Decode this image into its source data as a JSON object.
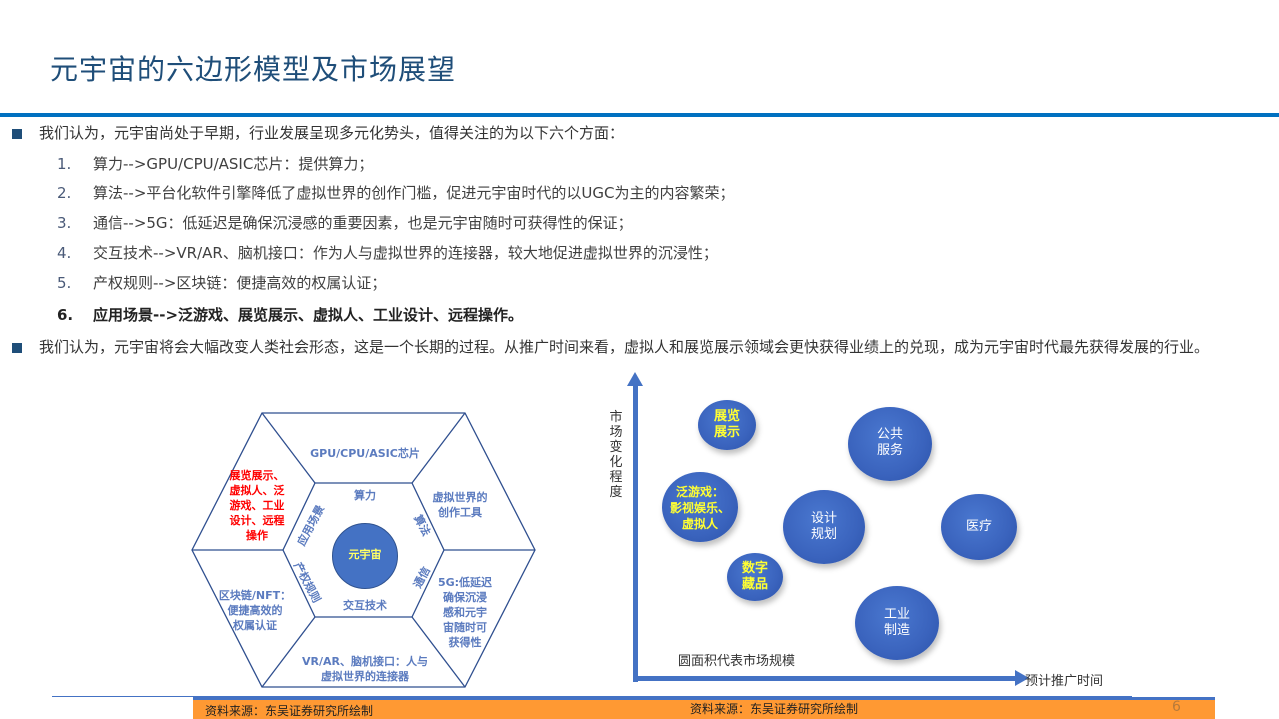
{
  "slide": {
    "title": "元宇宙的六边形模型及市场展望",
    "page_number": "6"
  },
  "bullets": [
    {
      "text": "我们认为，元宇宙尚处于早期，行业发展呈现多元化势头，值得关注的为以下六个方面："
    },
    {
      "text": "我们认为，元宇宙将会大幅改变人类社会形态，这是一个长期的过程。从推广时间来看，虚拟人和展览展示领域会更快获得业绩上的兑现，成为元宇宙时代最先获得发展的行业。"
    }
  ],
  "items": [
    {
      "num": "1.",
      "text": "算力-->GPU/CPU/ASIC芯片：提供算力；"
    },
    {
      "num": "2.",
      "text": "算法-->平台化软件引擎降低了虚拟世界的创作门槛，促进元宇宙时代的以UGC为主的内容繁荣；"
    },
    {
      "num": "3.",
      "text": "通信-->5G：低延迟是确保沉浸感的重要因素，也是元宇宙随时可获得性的保证；"
    },
    {
      "num": "4.",
      "text": "交互技术-->VR/AR、脑机接口：作为人与虚拟世界的连接器，较大地促进虚拟世界的沉浸性；"
    },
    {
      "num": "5.",
      "text": "产权规则-->区块链：便捷高效的权属认证；"
    },
    {
      "num": "6.",
      "text": "应用场景-->泛游戏、展览展示、虚拟人、工业设计、远程操作。"
    }
  ],
  "hexagon": {
    "center": "元宇宙",
    "inner": {
      "top": "算力",
      "upper_right": "算法",
      "lower_right": "通信",
      "bottom": "交互技术",
      "lower_left": "产权规则",
      "upper_left": "应用场景"
    },
    "outer": {
      "top": "GPU/CPU/ASIC芯片",
      "upper_right": "虚拟世界的\n创作工具",
      "lower_right": "5G:低延迟\n确保沉浸\n感和元宇\n宙随时可\n获得性",
      "bottom": "VR/AR、脑机接口：人与\n虚拟世界的连接器",
      "lower_left": "区块链/NFT：\n便捷高效的\n权属认证",
      "upper_left": "展览展示、\n虚拟人、泛\n游戏、工业\n设计、远程\n操作"
    },
    "colors": {
      "line": "#2f4f8f",
      "text": "#5b7bbf",
      "highlight": "#ff0000",
      "core": "#4472c4",
      "core_text": "#ffff66"
    }
  },
  "bubble_chart": {
    "y_label": "市场变化程度",
    "x_label": "预计推广时间",
    "note": "圆面积代表市场规模",
    "bubbles": [
      {
        "label": "展览\n展示",
        "highlight": true
      },
      {
        "label": "泛游戏：\n影视娱乐、\n虚拟人",
        "highlight": true
      },
      {
        "label": "数字\n藏品",
        "highlight": true
      },
      {
        "label": "设计\n规划",
        "highlight": false
      },
      {
        "label": "公共\n服务",
        "highlight": false
      },
      {
        "label": "医疗",
        "highlight": false
      },
      {
        "label": "工业\n制造",
        "highlight": false
      }
    ]
  },
  "footer": {
    "source_left": "资料来源：东吴证券研究所绘制",
    "source_right": "资料来源：东吴证券研究所绘制"
  }
}
